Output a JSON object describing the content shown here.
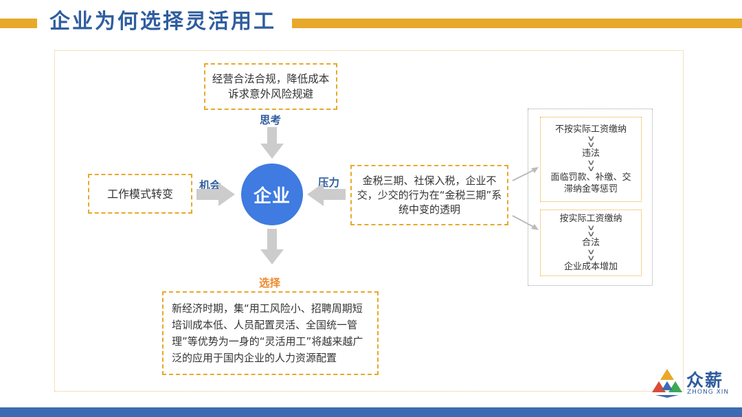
{
  "header": {
    "title": "企业为何选择灵活用工"
  },
  "diagram": {
    "center": "企业",
    "labels": {
      "think": "思考",
      "chance": "机会",
      "pressure": "压力",
      "choose": "选择"
    },
    "top_box": "经营合法合规，降低成本诉求意外风险规避",
    "left_box": "工作模式转变",
    "pressure_box": "金税三期、社保入税，企业不交，少交的行为在“金税三期”系统中变的透明",
    "bottom_box": "新经济时期，集“用工风险小、招聘周期短培训成本低、人员配置灵活、全国统一管理”等优势为一身的“灵活用工”将越来越广泛的应用于国内企业的人力资源配置",
    "right_top": {
      "line1": "不按实际工资缴纳",
      "line2": "违法",
      "line3": "面临罚款、补缴、交滞纳金等惩罚"
    },
    "right_bottom": {
      "line1": "按实际工资缴纳",
      "line2": "合法",
      "line3": "企业成本增加"
    }
  },
  "logo": {
    "name": "众薪",
    "sub": "ZHONG XIN"
  },
  "colors": {
    "accent_orange": "#e8a82a",
    "brand_blue": "#2f5d9e",
    "circle_blue": "#3f7be0",
    "choose_orange": "#ee8a2d",
    "arrow_gray": "#cccccc"
  }
}
